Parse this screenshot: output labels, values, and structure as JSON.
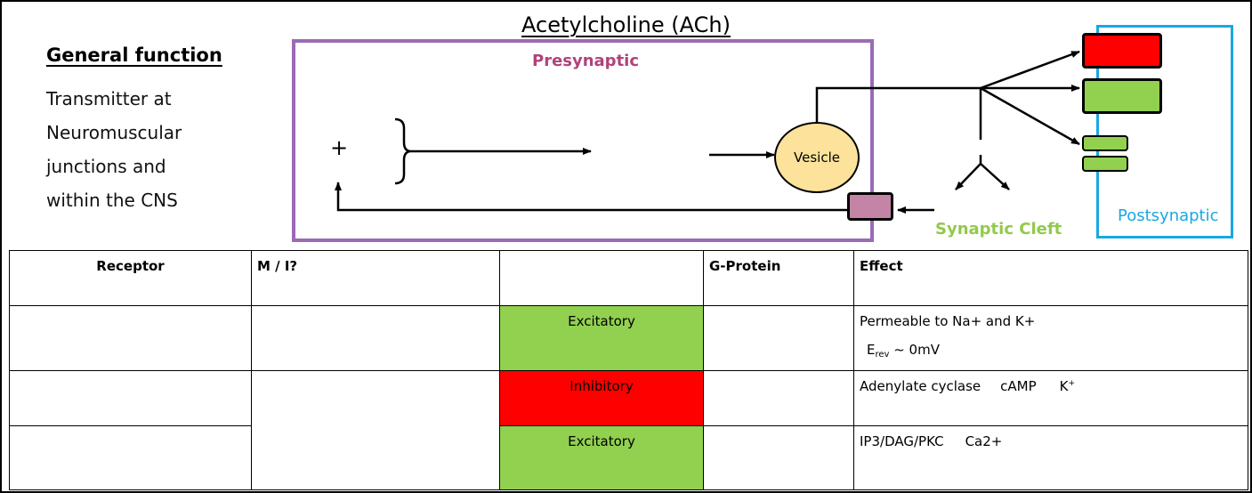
{
  "diagram": {
    "title": "Acetylcholine (ACh)",
    "general_function": {
      "heading": "General function",
      "lines": [
        "Transmitter at",
        "Neuromuscular",
        "junctions and",
        "within the CNS"
      ]
    },
    "presynaptic_label": "Presynaptic",
    "postsynaptic_label": "Postsynaptic",
    "synaptic_cleft_label": "Synaptic Cleft",
    "plus_symbol": "+",
    "vesicle_label": "Vesicle",
    "colors": {
      "presynaptic_border": "#9B6BB5",
      "presynaptic_text": "#B0437A",
      "postsynaptic": "#1AA7E3",
      "cleft_text": "#92C94B",
      "vesicle_fill": "#FCE29A",
      "transporter_fill": "#C484A6",
      "excitatory": "#92D050",
      "inhibitory": "#FF0000"
    }
  },
  "table": {
    "headers": [
      "Receptor",
      "M / I?",
      "",
      "G-Protein",
      "Effect"
    ],
    "rows": [
      {
        "type": "Excitatory",
        "effect_line1": "Permeable to Na+ and K+",
        "erev_main": "E",
        "erev_sub": "rev",
        "erev_rest": " ~ 0mV"
      },
      {
        "type": "Inhibitory",
        "effect_a": "Adenylate cyclase",
        "effect_b": "cAMP",
        "effect_c": "K",
        "effect_c_sup": "+"
      },
      {
        "type": "Excitatory",
        "effect_a": "IP3/DAG/PKC",
        "effect_b": "Ca2+"
      }
    ]
  }
}
